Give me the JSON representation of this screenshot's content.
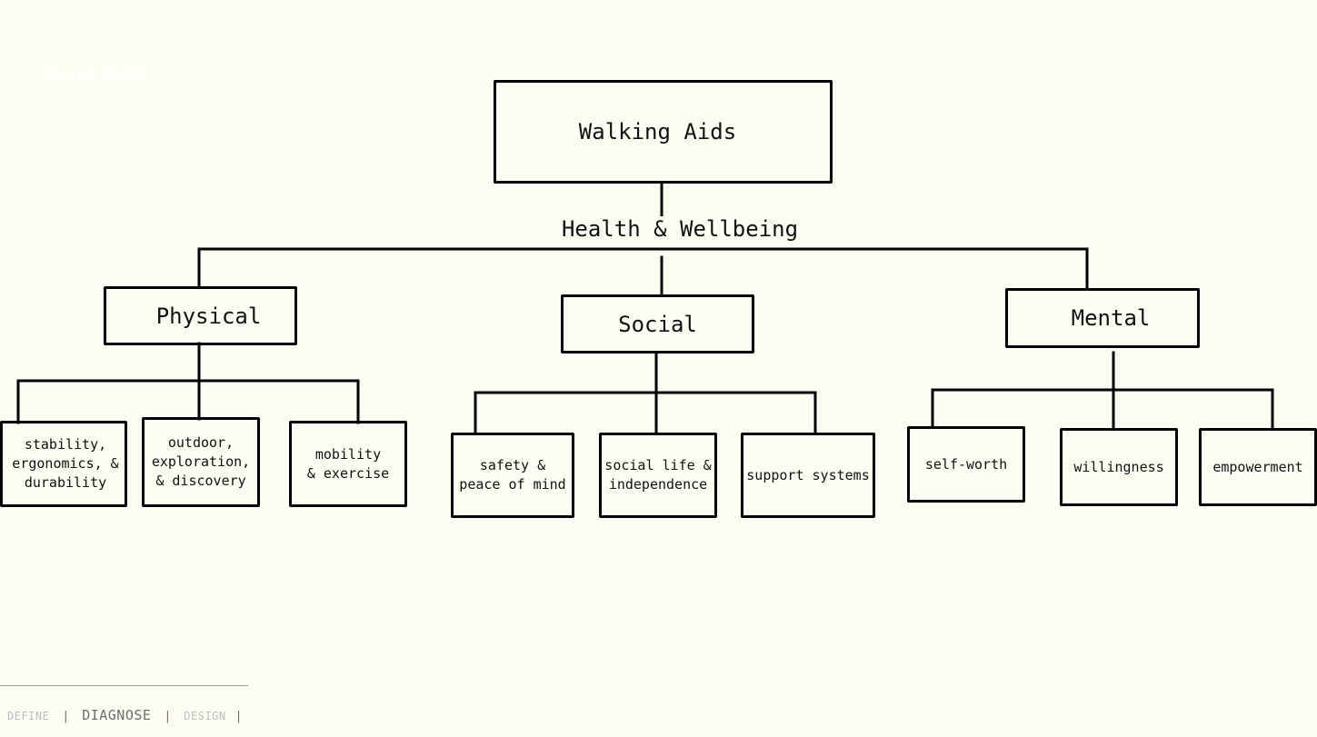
{
  "ghost_text": "DESIGN BRIEF",
  "diagram": {
    "root": "Walking Aids",
    "theme": "Health & Wellbeing",
    "categories": [
      {
        "label": "Physical",
        "children": [
          "stability,\nergonomics, &\ndurability",
          "outdoor,\nexploration,\n& discovery",
          "mobility\n& exercise"
        ]
      },
      {
        "label": "Social",
        "children": [
          "safety &\npeace of mind",
          "social life &\nindependence",
          "support systems"
        ]
      },
      {
        "label": "Mental",
        "children": [
          "self-worth",
          "willingness",
          "empowerment"
        ]
      }
    ]
  },
  "footer_nav": {
    "items": [
      "DEFINE",
      "DIAGNOSE",
      "DESIGN"
    ],
    "separator": "|",
    "active": "DIAGNOSE"
  }
}
